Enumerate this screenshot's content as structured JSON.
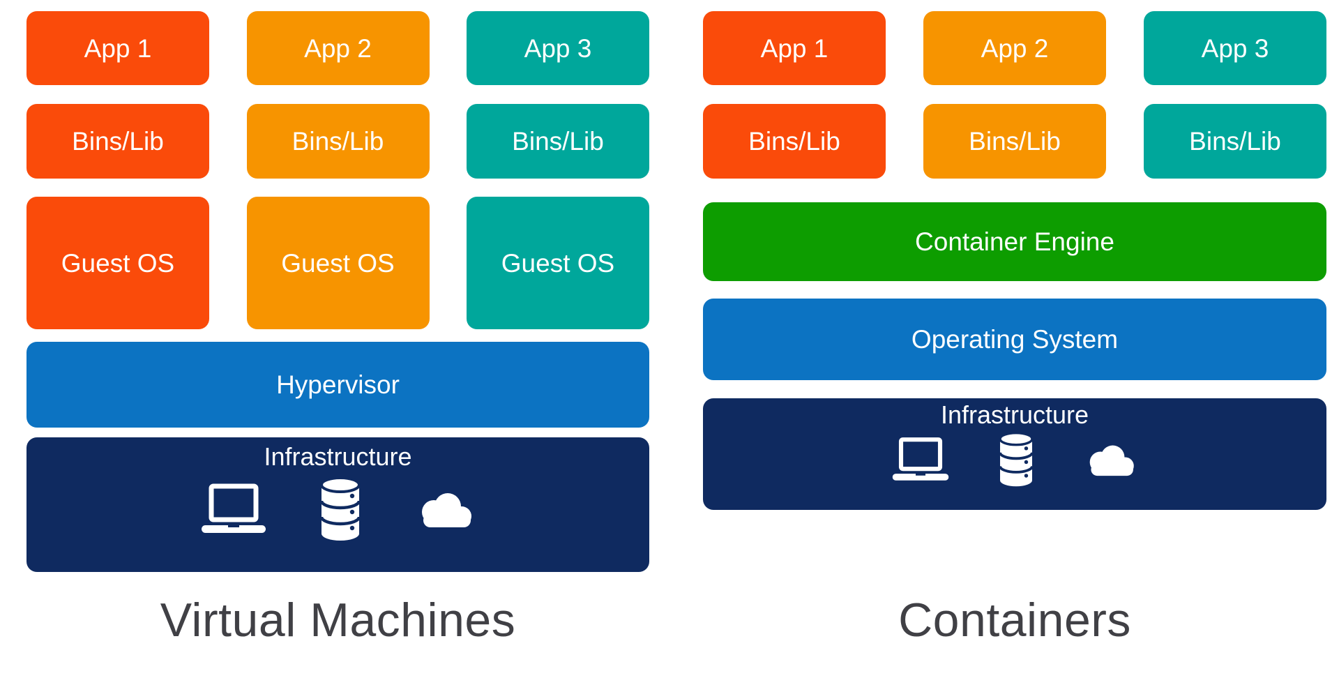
{
  "vm_section": {
    "title": "Virtual Machines",
    "columns": [
      {
        "app": "App 1",
        "bins": "Bins/Lib",
        "guest_os": "Guest OS"
      },
      {
        "app": "App 2",
        "bins": "Bins/Lib",
        "guest_os": "Guest OS"
      },
      {
        "app": "App 3",
        "bins": "Bins/Lib",
        "guest_os": "Guest OS"
      }
    ],
    "hypervisor_label": "Hypervisor",
    "infrastructure_label": "Infrastructure",
    "infrastructure_icons": [
      "laptop-icon",
      "database-icon",
      "cloud-icon"
    ]
  },
  "containers_section": {
    "title": "Containers",
    "columns": [
      {
        "app": "App 1",
        "bins": "Bins/Lib"
      },
      {
        "app": "App 2",
        "bins": "Bins/Lib"
      },
      {
        "app": "App 3",
        "bins": "Bins/Lib"
      }
    ],
    "container_engine_label": "Container Engine",
    "operating_system_label": "Operating System",
    "infrastructure_label": "Infrastructure",
    "infrastructure_icons": [
      "laptop-icon",
      "database-icon",
      "cloud-icon"
    ]
  },
  "colors": {
    "column_1_orange_red": "#FA4B0A",
    "column_2_orange": "#F79400",
    "column_3_teal": "#00A79B",
    "hypervisor_blue": "#0C73C2",
    "operating_system_blue": "#0C73C2",
    "container_engine_green": "#0D9D00",
    "infrastructure_navy": "#0F2A60",
    "box_text": "#FFFFFF",
    "section_title_text": "#404045",
    "background": "#FFFFFF"
  }
}
